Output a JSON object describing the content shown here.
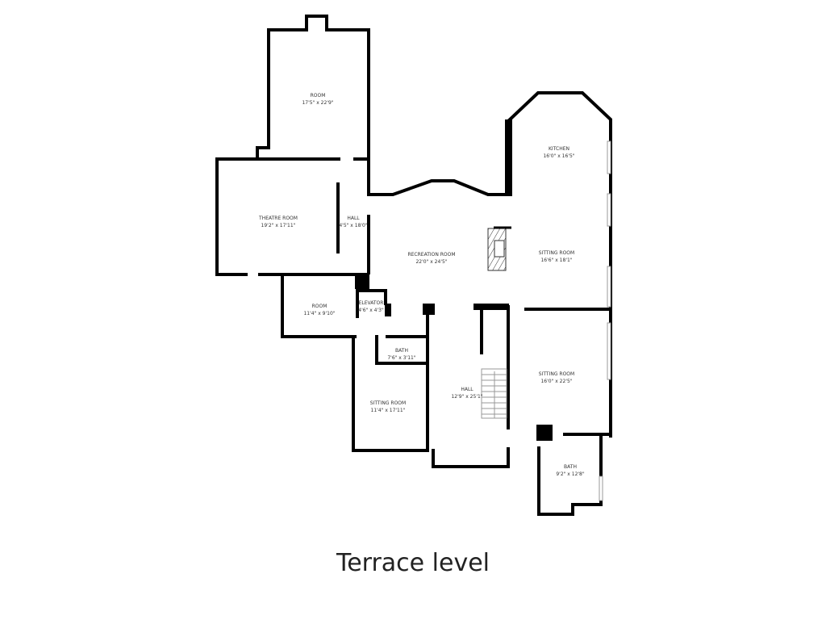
{
  "title": "Terrace level",
  "rooms": [
    {
      "name": "ROOM",
      "size": "17'5\" x 22'9\""
    },
    {
      "name": "THEATRE ROOM",
      "size": "19'2\" x 17'11\""
    },
    {
      "name": "HALL",
      "size": "4'5\" x 18'0\""
    },
    {
      "name": "KITCHEN",
      "size": "16'0\" x 16'5\""
    },
    {
      "name": "RECREATION ROOM",
      "size": "22'0\" x 24'5\""
    },
    {
      "name": "SITTING ROOM",
      "size": "16'6\" x 18'1\""
    },
    {
      "name": "ROOM",
      "size": "11'4\" x 9'10\""
    },
    {
      "name": "ELEVATOR",
      "size": "4'6\" x 4'3\""
    },
    {
      "name": "BATH",
      "size": "7'6\" x 3'11\""
    },
    {
      "name": "SITTING ROOM",
      "size": "11'4\" x 17'11\""
    },
    {
      "name": "HALL",
      "size": "12'9\" x 25'1\""
    },
    {
      "name": "SITTING ROOM",
      "size": "16'0\" x 22'5\""
    },
    {
      "name": "BATH",
      "size": "9'2\" x 12'8\""
    }
  ]
}
